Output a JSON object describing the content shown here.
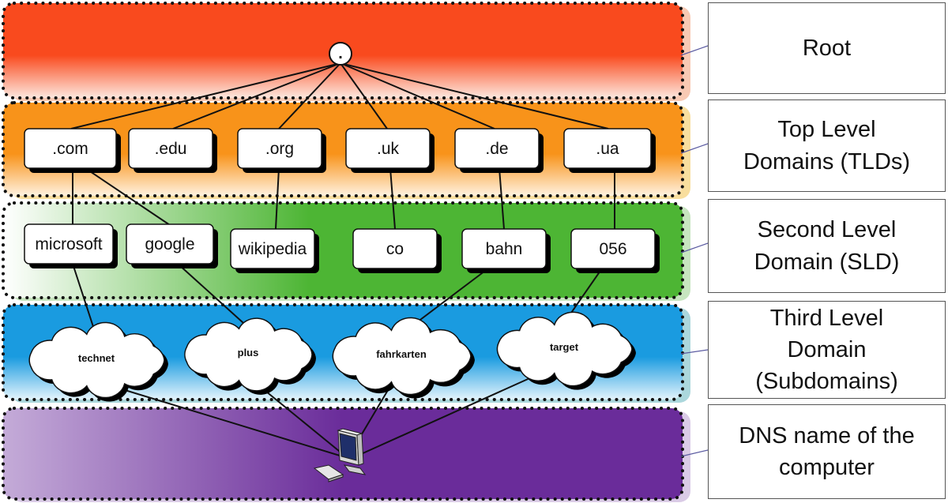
{
  "levels": [
    {
      "id": "root",
      "label_lines": [
        "Root"
      ],
      "color": "#f94a1e"
    },
    {
      "id": "tld",
      "label_lines": [
        "Top Level",
        "Domains (TLDs)"
      ],
      "color": "#f8931a"
    },
    {
      "id": "sld",
      "label_lines": [
        "Second Level",
        "Domain (SLD)"
      ],
      "color": "#4db534"
    },
    {
      "id": "third",
      "label_lines": [
        "Third Level",
        "Domain",
        "(Subdomains)"
      ],
      "color": "#1a9be0"
    },
    {
      "id": "dns",
      "label_lines": [
        "DNS name of the",
        "computer"
      ],
      "color": "#6a2c9a"
    }
  ],
  "root": {
    "label": "."
  },
  "tlds": [
    ".com",
    ".edu",
    ".org",
    ".uk",
    ".de",
    ".ua"
  ],
  "slds": [
    "microsoft",
    "google",
    "wikipedia",
    "co",
    "bahn",
    "056"
  ],
  "subdomains": [
    "technet",
    "plus",
    "fahrkarten",
    "target"
  ],
  "computer": {
    "icon": "computer-icon"
  }
}
